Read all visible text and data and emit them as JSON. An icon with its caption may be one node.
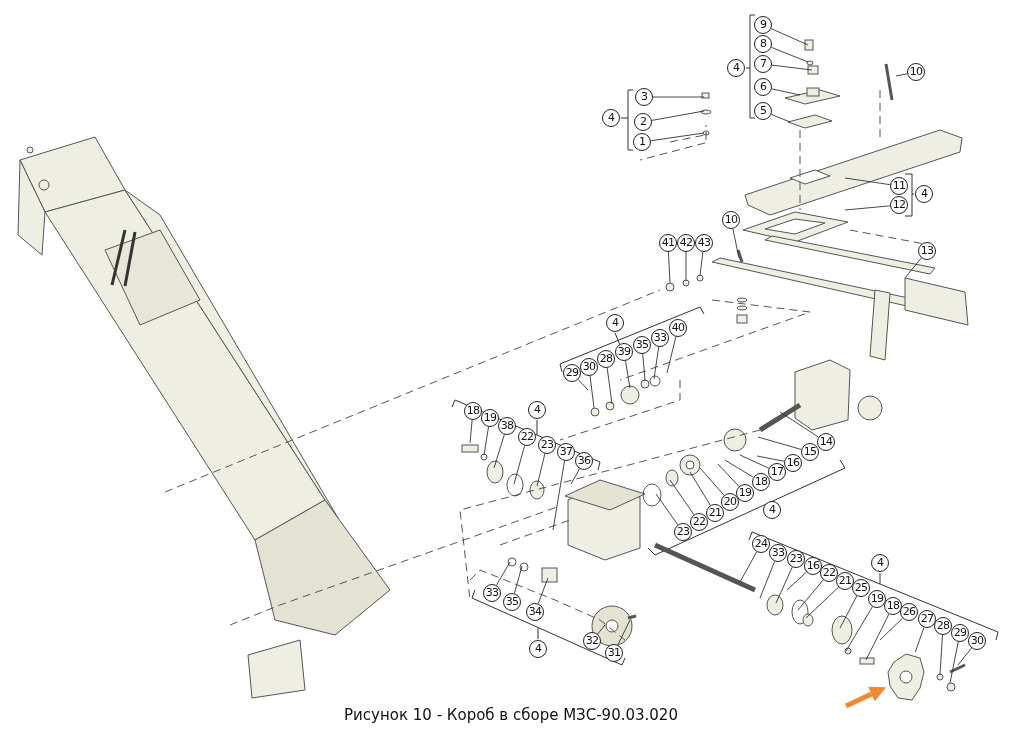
{
  "diagram": {
    "caption": "Рисунок 10 - Короб в сборе МЗС-90.03.020",
    "nodes": [
      {
        "text": [
          "9"
        ]
      },
      {
        "text": [
          "8"
        ]
      },
      {
        "text": [
          "7"
        ]
      },
      {
        "text": [
          "6"
        ]
      },
      {
        "text": [
          "5"
        ]
      },
      {
        "text": [
          "3"
        ]
      },
      {
        "text": [
          "2"
        ]
      },
      {
        "text": [
          "1"
        ]
      },
      {
        "text": [
          "10"
        ]
      },
      {
        "text": [
          "11"
        ]
      },
      {
        "text": [
          "12"
        ]
      },
      {
        "text": [
          "10"
        ]
      },
      {
        "text": [
          "41"
        ]
      },
      {
        "text": [
          "42"
        ]
      },
      {
        "text": [
          "43"
        ]
      },
      {
        "text": [
          "13"
        ]
      },
      {
        "text": [
          "29"
        ]
      },
      {
        "text": [
          "30"
        ]
      },
      {
        "text": [
          "28"
        ]
      },
      {
        "text": [
          "39"
        ]
      },
      {
        "text": [
          "35"
        ]
      },
      {
        "text": [
          "33"
        ]
      },
      {
        "text": [
          "40"
        ]
      },
      {
        "text": [
          "18"
        ]
      },
      {
        "text": [
          "19"
        ]
      },
      {
        "text": [
          "38"
        ]
      },
      {
        "text": [
          "22"
        ]
      },
      {
        "text": [
          "23"
        ]
      },
      {
        "text": [
          "37"
        ]
      },
      {
        "text": [
          "36"
        ]
      },
      {
        "text": [
          "14"
        ]
      },
      {
        "text": [
          "15"
        ]
      },
      {
        "text": [
          "16"
        ]
      },
      {
        "text": [
          "17"
        ]
      },
      {
        "text": [
          "18"
        ]
      },
      {
        "text": [
          "19"
        ]
      },
      {
        "text": [
          "20"
        ]
      },
      {
        "text": [
          "21"
        ]
      },
      {
        "text": [
          "22"
        ]
      },
      {
        "text": [
          "23"
        ]
      },
      {
        "text": [
          "24"
        ]
      },
      {
        "text": [
          "33"
        ]
      },
      {
        "text": [
          "23"
        ]
      },
      {
        "text": [
          "16"
        ]
      },
      {
        "text": [
          "22"
        ]
      },
      {
        "text": [
          "21"
        ]
      },
      {
        "text": [
          "25"
        ]
      },
      {
        "text": [
          "19"
        ]
      },
      {
        "text": [
          "18"
        ]
      },
      {
        "text": [
          "26"
        ]
      },
      {
        "text": [
          "27"
        ]
      },
      {
        "text": [
          "28"
        ]
      },
      {
        "text": [
          "29"
        ]
      },
      {
        "text": [
          "30"
        ]
      },
      {
        "text": [
          "33"
        ]
      },
      {
        "text": [
          "35"
        ]
      },
      {
        "text": [
          "34"
        ]
      },
      {
        "text": [
          "32"
        ]
      },
      {
        "text": [
          "31"
        ]
      },
      {
        "text": [],
        "shape": "picture"
      },
      {
        "text": [
          "4"
        ]
      },
      {
        "text": [
          "4"
        ]
      },
      {
        "text": [
          "4"
        ]
      },
      {
        "text": [
          "4"
        ]
      },
      {
        "text": [
          "4"
        ]
      },
      {
        "text": [
          "4"
        ]
      },
      {
        "text": [
          "4"
        ]
      },
      {
        "text": [
          "4"
        ]
      }
    ],
    "edges": [
      {
        "from": 0,
        "to": null,
        "arrow": "none"
      },
      {
        "from": 1,
        "to": null,
        "arrow": "none"
      },
      {
        "from": 2,
        "to": null,
        "arrow": "none"
      },
      {
        "from": 3,
        "to": null,
        "arrow": "none"
      },
      {
        "from": 4,
        "to": null,
        "arrow": "none"
      },
      {
        "from": 5,
        "to": null,
        "arrow": "none"
      },
      {
        "from": 6,
        "to": null,
        "arrow": "none"
      },
      {
        "from": 7,
        "to": null,
        "arrow": "none"
      },
      {
        "from": 8,
        "to": null,
        "arrow": "none"
      },
      {
        "from": 9,
        "to": null,
        "arrow": "none"
      },
      {
        "from": 10,
        "to": null,
        "arrow": "none"
      },
      {
        "from": 11,
        "to": null,
        "arrow": "none"
      },
      {
        "from": 12,
        "to": null,
        "arrow": "none"
      },
      {
        "from": 13,
        "to": null,
        "arrow": "none"
      },
      {
        "from": 14,
        "to": null,
        "arrow": "none"
      },
      {
        "from": 15,
        "to": null,
        "arrow": "none"
      },
      {
        "from": 16,
        "to": null,
        "arrow": "none"
      },
      {
        "from": 17,
        "to": null,
        "arrow": "none"
      },
      {
        "from": 18,
        "to": null,
        "arrow": "none"
      },
      {
        "from": 19,
        "to": null,
        "arrow": "none"
      },
      {
        "from": 20,
        "to": null,
        "arrow": "none"
      },
      {
        "from": 21,
        "to": null,
        "arrow": "none"
      },
      {
        "from": 22,
        "to": null,
        "arrow": "none"
      },
      {
        "from": 23,
        "to": null,
        "arrow": "none"
      },
      {
        "from": 24,
        "to": null,
        "arrow": "none"
      },
      {
        "from": 25,
        "to": null,
        "arrow": "none"
      },
      {
        "from": 26,
        "to": null,
        "arrow": "none"
      },
      {
        "from": 27,
        "to": null,
        "arrow": "none"
      },
      {
        "from": 28,
        "to": null,
        "arrow": "none"
      },
      {
        "from": 29,
        "to": null,
        "arrow": "none"
      },
      {
        "from": 30,
        "to": null,
        "arrow": "none"
      },
      {
        "from": 31,
        "to": null,
        "arrow": "none"
      },
      {
        "from": 32,
        "to": null,
        "arrow": "none"
      },
      {
        "from": 33,
        "to": null,
        "arrow": "none"
      },
      {
        "from": 34,
        "to": null,
        "arrow": "none"
      },
      {
        "from": 35,
        "to": null,
        "arrow": "none"
      },
      {
        "from": 36,
        "to": null,
        "arrow": "none"
      },
      {
        "from": 37,
        "to": null,
        "arrow": "none"
      },
      {
        "from": 38,
        "to": null,
        "arrow": "none"
      },
      {
        "from": 39,
        "to": null,
        "arrow": "none"
      },
      {
        "from": 40,
        "to": null,
        "arrow": "none"
      },
      {
        "from": 41,
        "to": null,
        "arrow": "none"
      },
      {
        "from": 42,
        "to": null,
        "arrow": "none"
      },
      {
        "from": 43,
        "to": null,
        "arrow": "none"
      },
      {
        "from": 44,
        "to": null,
        "arrow": "none"
      },
      {
        "from": 45,
        "to": null,
        "arrow": "none"
      },
      {
        "from": 46,
        "to": null,
        "arrow": "none"
      },
      {
        "from": 47,
        "to": null,
        "arrow": "none"
      },
      {
        "from": 48,
        "to": null,
        "arrow": "none"
      },
      {
        "from": 49,
        "to": null,
        "arrow": "none"
      },
      {
        "from": 50,
        "to": 59,
        "arrow": "none"
      },
      {
        "from": 51,
        "to": null,
        "arrow": "none"
      },
      {
        "from": 52,
        "to": null,
        "arrow": "none"
      },
      {
        "from": 53,
        "to": null,
        "arrow": "none"
      },
      {
        "from": 54,
        "to": null,
        "arrow": "none"
      },
      {
        "from": 55,
        "to": null,
        "arrow": "none"
      },
      {
        "from": 56,
        "to": null,
        "arrow": "none"
      },
      {
        "from": 57,
        "to": null,
        "arrow": "none"
      },
      {
        "from": 58,
        "to": null,
        "arrow": "none"
      },
      {
        "from": null,
        "to": 59,
        "arrow": "to",
        "style": "thick",
        "color": "#f08a30"
      }
    ]
  }
}
